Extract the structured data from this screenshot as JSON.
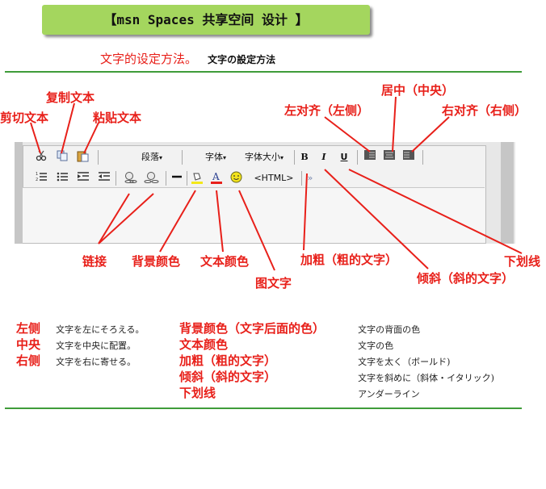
{
  "banner": {
    "title": "【msn Spaces 共享空间  设计  】"
  },
  "heading": {
    "cn": "文字的设定方法。",
    "jp": "文字の設定方法"
  },
  "callouts": {
    "cut": "剪切文本",
    "copy": "复制文本",
    "paste": "粘贴文本",
    "align_left": "左对齐（左侧）",
    "align_center": "居中（中央）",
    "align_right": "右对齐（右侧）",
    "link": "链接",
    "bg_color": "背景颜色",
    "text_color": "文本颜色",
    "emoticon": "图文字",
    "bold": "加粗（粗的文字）",
    "italic": "倾斜（斜的文字）",
    "underline": "下划线"
  },
  "toolbar": {
    "paragraph": "段落",
    "font": "字体",
    "font_size": "字体大小",
    "bold": "B",
    "italic": "I",
    "underline": "U",
    "html": "<HTML>",
    "more": "»"
  },
  "legend": {
    "left": [
      {
        "term": "左侧",
        "desc": "文字を左にそろえる。"
      },
      {
        "term": "中央",
        "desc": "文字を中央に配置。"
      },
      {
        "term": "右侧",
        "desc": "文字を右に寄せる。"
      }
    ],
    "right": [
      {
        "term": "背景颜色（文字后面的色）",
        "desc": "文字の背面の色"
      },
      {
        "term": "文本颜色",
        "desc": "文字の色"
      },
      {
        "term": "加粗（粗的文字）",
        "desc": "文字を太く（ボールド)"
      },
      {
        "term": "倾斜（斜的文字）",
        "desc": "文字を斜めに（斜体・イタリック)"
      },
      {
        "term": "下划线",
        "desc": "アンダーライン"
      }
    ]
  },
  "colors": {
    "accent_red": "#e8201a",
    "banner_green": "#a4d65e",
    "rule_green": "#3f9c3a"
  }
}
